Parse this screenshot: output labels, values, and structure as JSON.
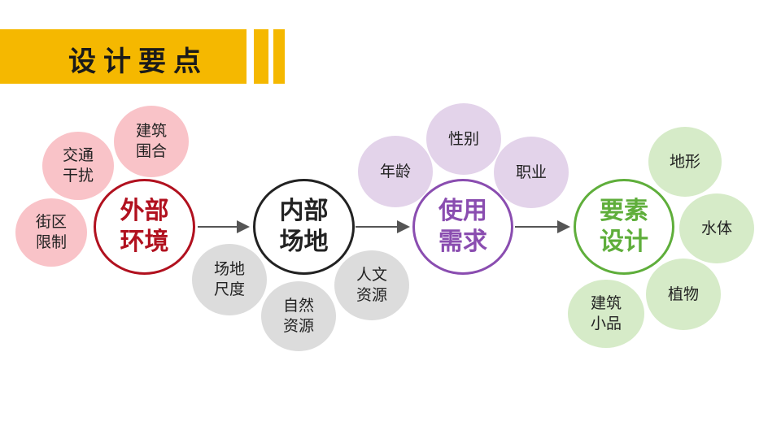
{
  "title": "设计要点",
  "colors": {
    "accent": "#f5b800",
    "external": "#b1111f",
    "internal": "#222222",
    "usage": "#8a4db0",
    "elements": "#5fae3b"
  },
  "nodes": {
    "external": {
      "label": "外部\n环境",
      "factors": [
        "街区\n限制",
        "交通\n干扰",
        "建筑\n围合"
      ]
    },
    "internal": {
      "label": "内部\n场地",
      "factors": [
        "场地\n尺度",
        "自然\n资源",
        "人文\n资源"
      ]
    },
    "usage": {
      "label": "使用\n需求",
      "factors": [
        "年龄",
        "性别",
        "职业"
      ]
    },
    "elements": {
      "label": "要素\n设计",
      "factors": [
        "地形",
        "水体",
        "植物",
        "建筑\n小品"
      ]
    }
  }
}
